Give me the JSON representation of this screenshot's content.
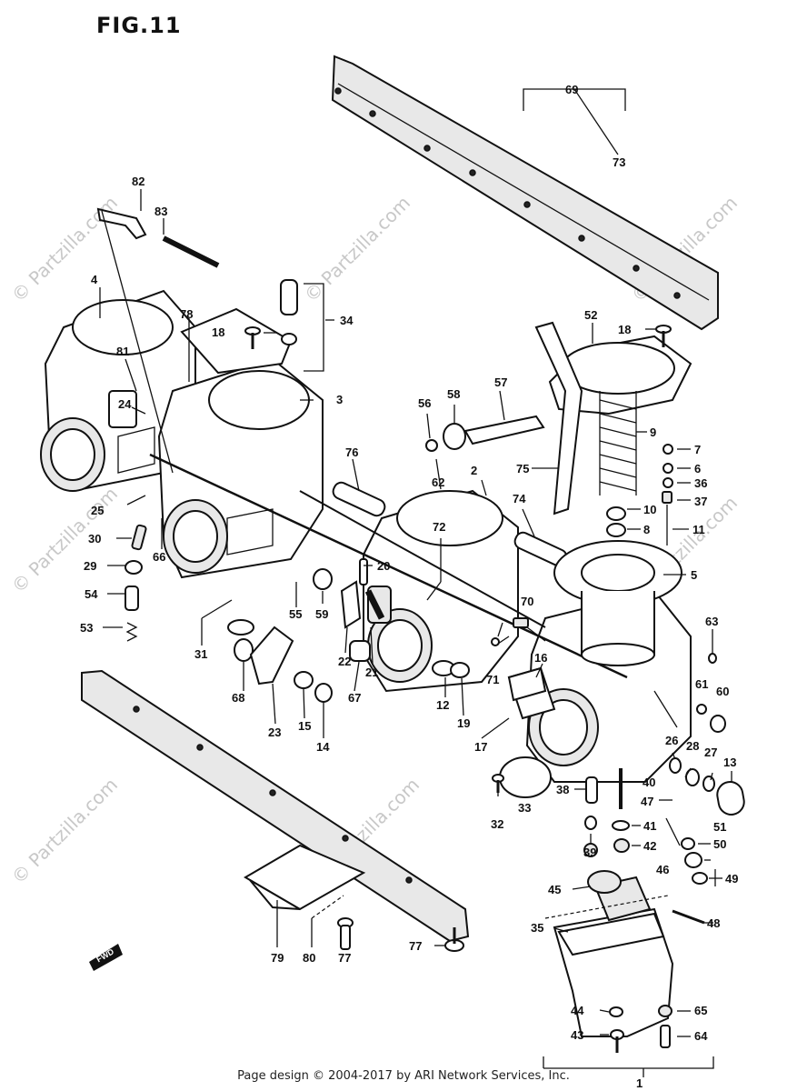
{
  "figure": {
    "title": "FIG.11",
    "footer": "Page design © 2004-2017 by ARI Network Services, Inc.",
    "watermark": "© Partzilla.com",
    "direction_badge": "FWD"
  },
  "callouts": [
    {
      "id": "c1",
      "text": "1"
    },
    {
      "id": "c2",
      "text": "2"
    },
    {
      "id": "c3",
      "text": "3"
    },
    {
      "id": "c4",
      "text": "4"
    },
    {
      "id": "c5",
      "text": "5"
    },
    {
      "id": "c6",
      "text": "6"
    },
    {
      "id": "c7",
      "text": "7"
    },
    {
      "id": "c8",
      "text": "8"
    },
    {
      "id": "c9",
      "text": "9"
    },
    {
      "id": "c10",
      "text": "10"
    },
    {
      "id": "c11",
      "text": "11"
    },
    {
      "id": "c12",
      "text": "12"
    },
    {
      "id": "c13",
      "text": "13"
    },
    {
      "id": "c14",
      "text": "14"
    },
    {
      "id": "c15",
      "text": "15"
    },
    {
      "id": "c16",
      "text": "16"
    },
    {
      "id": "c17",
      "text": "17"
    },
    {
      "id": "c18a",
      "text": "18"
    },
    {
      "id": "c18b",
      "text": "18"
    },
    {
      "id": "c19",
      "text": "19"
    },
    {
      "id": "c20",
      "text": "20"
    },
    {
      "id": "c21",
      "text": "21"
    },
    {
      "id": "c22",
      "text": "22"
    },
    {
      "id": "c23",
      "text": "23"
    },
    {
      "id": "c24",
      "text": "24"
    },
    {
      "id": "c25",
      "text": "25"
    },
    {
      "id": "c26",
      "text": "26"
    },
    {
      "id": "c27",
      "text": "27"
    },
    {
      "id": "c28",
      "text": "28"
    },
    {
      "id": "c29",
      "text": "29"
    },
    {
      "id": "c30",
      "text": "30"
    },
    {
      "id": "c31",
      "text": "31"
    },
    {
      "id": "c32",
      "text": "32"
    },
    {
      "id": "c33",
      "text": "33"
    },
    {
      "id": "c34",
      "text": "34"
    },
    {
      "id": "c35",
      "text": "35"
    },
    {
      "id": "c36",
      "text": "36"
    },
    {
      "id": "c37",
      "text": "37"
    },
    {
      "id": "c38",
      "text": "38"
    },
    {
      "id": "c39",
      "text": "39"
    },
    {
      "id": "c40",
      "text": "40"
    },
    {
      "id": "c41",
      "text": "41"
    },
    {
      "id": "c42",
      "text": "42"
    },
    {
      "id": "c43",
      "text": "43"
    },
    {
      "id": "c44",
      "text": "44"
    },
    {
      "id": "c45",
      "text": "45"
    },
    {
      "id": "c46",
      "text": "46"
    },
    {
      "id": "c47",
      "text": "47"
    },
    {
      "id": "c48",
      "text": "48"
    },
    {
      "id": "c49",
      "text": "49"
    },
    {
      "id": "c50",
      "text": "50"
    },
    {
      "id": "c51",
      "text": "51"
    },
    {
      "id": "c52",
      "text": "52"
    },
    {
      "id": "c53",
      "text": "53"
    },
    {
      "id": "c54",
      "text": "54"
    },
    {
      "id": "c55",
      "text": "55"
    },
    {
      "id": "c56",
      "text": "56"
    },
    {
      "id": "c57",
      "text": "57"
    },
    {
      "id": "c58",
      "text": "58"
    },
    {
      "id": "c59",
      "text": "59"
    },
    {
      "id": "c60",
      "text": "60"
    },
    {
      "id": "c61",
      "text": "61"
    },
    {
      "id": "c62",
      "text": "62"
    },
    {
      "id": "c63",
      "text": "63"
    },
    {
      "id": "c64",
      "text": "64"
    },
    {
      "id": "c65",
      "text": "65"
    },
    {
      "id": "c66",
      "text": "66"
    },
    {
      "id": "c67",
      "text": "67"
    },
    {
      "id": "c68",
      "text": "68"
    },
    {
      "id": "c69",
      "text": "69"
    },
    {
      "id": "c70",
      "text": "70"
    },
    {
      "id": "c71",
      "text": "71"
    },
    {
      "id": "c72",
      "text": "72"
    },
    {
      "id": "c73",
      "text": "73"
    },
    {
      "id": "c74",
      "text": "74"
    },
    {
      "id": "c75",
      "text": "75"
    },
    {
      "id": "c76",
      "text": "76"
    },
    {
      "id": "c77a",
      "text": "77"
    },
    {
      "id": "c77b",
      "text": "77"
    },
    {
      "id": "c78",
      "text": "78"
    },
    {
      "id": "c79",
      "text": "79"
    },
    {
      "id": "c80",
      "text": "80"
    },
    {
      "id": "c81",
      "text": "81"
    },
    {
      "id": "c82",
      "text": "82"
    },
    {
      "id": "c83",
      "text": "83"
    }
  ]
}
